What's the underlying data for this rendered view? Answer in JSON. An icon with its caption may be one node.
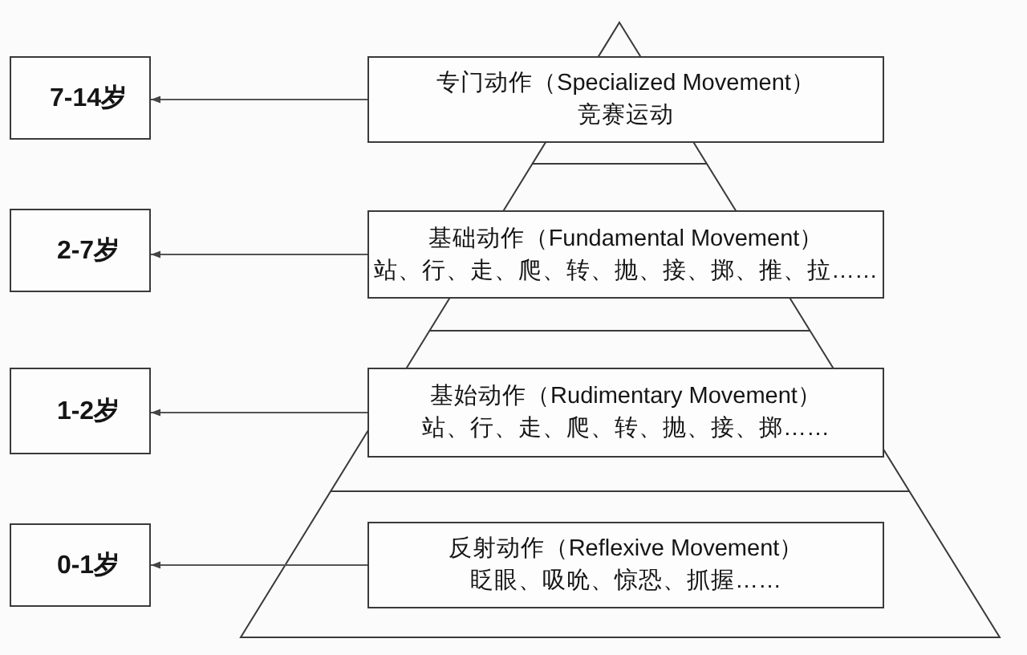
{
  "diagram": {
    "nodes": [
      {
        "text": [
          "7-14岁"
        ]
      },
      {
        "text": [
          "专门动作（Specialized Movement）",
          "竞赛运动"
        ]
      },
      {
        "text": [
          "2-7岁"
        ]
      },
      {
        "text": [
          "基础动作（Fundamental Movement）",
          "站、行、走、爬、转、抛、接、掷、推、拉……"
        ]
      },
      {
        "text": [
          "1-2岁"
        ]
      },
      {
        "text": [
          "基始动作（Rudimentary Movement）",
          "站、行、走、爬、转、抛、接、掷……"
        ]
      },
      {
        "text": [
          "0-1岁"
        ]
      },
      {
        "text": [
          "反射动作（Reflexive Movement）",
          "眨眼、吸吮、惊恐、抓握……"
        ]
      }
    ],
    "edges": [
      {
        "from": 1,
        "to": 0,
        "arrow": "to"
      },
      {
        "from": 3,
        "to": 2,
        "arrow": "to"
      },
      {
        "from": 5,
        "to": 4,
        "arrow": "to"
      },
      {
        "from": 7,
        "to": 6,
        "arrow": "to"
      }
    ]
  }
}
